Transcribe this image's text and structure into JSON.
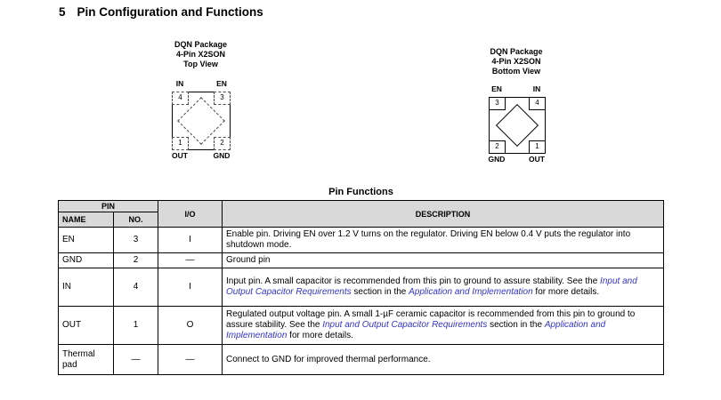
{
  "page": {
    "section_number": "5",
    "section_title": "Pin Configuration and Functions"
  },
  "colors": {
    "link": "#3333cc",
    "table_header_bg": "#d9d9d9"
  },
  "top_view": {
    "title_line1": "DQN Package",
    "title_line2": "4-Pin X2SON",
    "title_line3": "Top View",
    "pin_top_left_label": "IN",
    "pin_top_right_label": "EN",
    "pin_bottom_left_label": "OUT",
    "pin_bottom_right_label": "GND",
    "pin_top_left_num": "4",
    "pin_top_right_num": "3",
    "pin_bottom_left_num": "1",
    "pin_bottom_right_num": "2"
  },
  "bottom_view": {
    "title_line1": "DQN Package",
    "title_line2": "4-Pin X2SON",
    "title_line3": "Bottom View",
    "pin_top_left_label": "EN",
    "pin_top_right_label": "IN",
    "pin_bottom_left_label": "GND",
    "pin_bottom_right_label": "OUT",
    "pin_top_left_num": "3",
    "pin_top_right_num": "4",
    "pin_bottom_left_num": "2",
    "pin_bottom_right_num": "1"
  },
  "pin_table": {
    "title": "Pin Functions",
    "header": {
      "pin_group": "PIN",
      "name": "NAME",
      "no": "NO.",
      "io": "I/O",
      "description": "DESCRIPTION"
    },
    "rows": [
      {
        "name": "EN",
        "no": "3",
        "io": "I",
        "description": [
          {
            "t": "Enable pin. Driving EN over 1.2 V turns on the regulator. Driving EN below 0.4 V puts the regulator into shutdown mode."
          }
        ]
      },
      {
        "name": "GND",
        "no": "2",
        "io": "—",
        "description": [
          {
            "t": "Ground pin"
          }
        ]
      },
      {
        "name": "IN",
        "no": "4",
        "io": "I",
        "description": [
          {
            "t": "Input pin. A small capacitor is recommended from this pin to ground to assure stability. See the "
          },
          {
            "t": "Input and Output Capacitor Requirements",
            "link": true
          },
          {
            "t": " section in the "
          },
          {
            "t": "Application and Implementation",
            "link": true
          },
          {
            "t": " for more details."
          }
        ]
      },
      {
        "name": "OUT",
        "no": "1",
        "io": "O",
        "description": [
          {
            "t": "Regulated output voltage pin. A small 1-µF ceramic capacitor is recommended from this pin to ground to assure stability. See the "
          },
          {
            "t": "Input and Output Capacitor Requirements",
            "link": true
          },
          {
            "t": " section in the "
          },
          {
            "t": "Application and Implementation",
            "link": true
          },
          {
            "t": " for more details."
          }
        ]
      },
      {
        "name": "Thermal pad",
        "no": "—",
        "io": "—",
        "description": [
          {
            "t": "Connect to GND for improved thermal performance."
          }
        ]
      }
    ]
  }
}
